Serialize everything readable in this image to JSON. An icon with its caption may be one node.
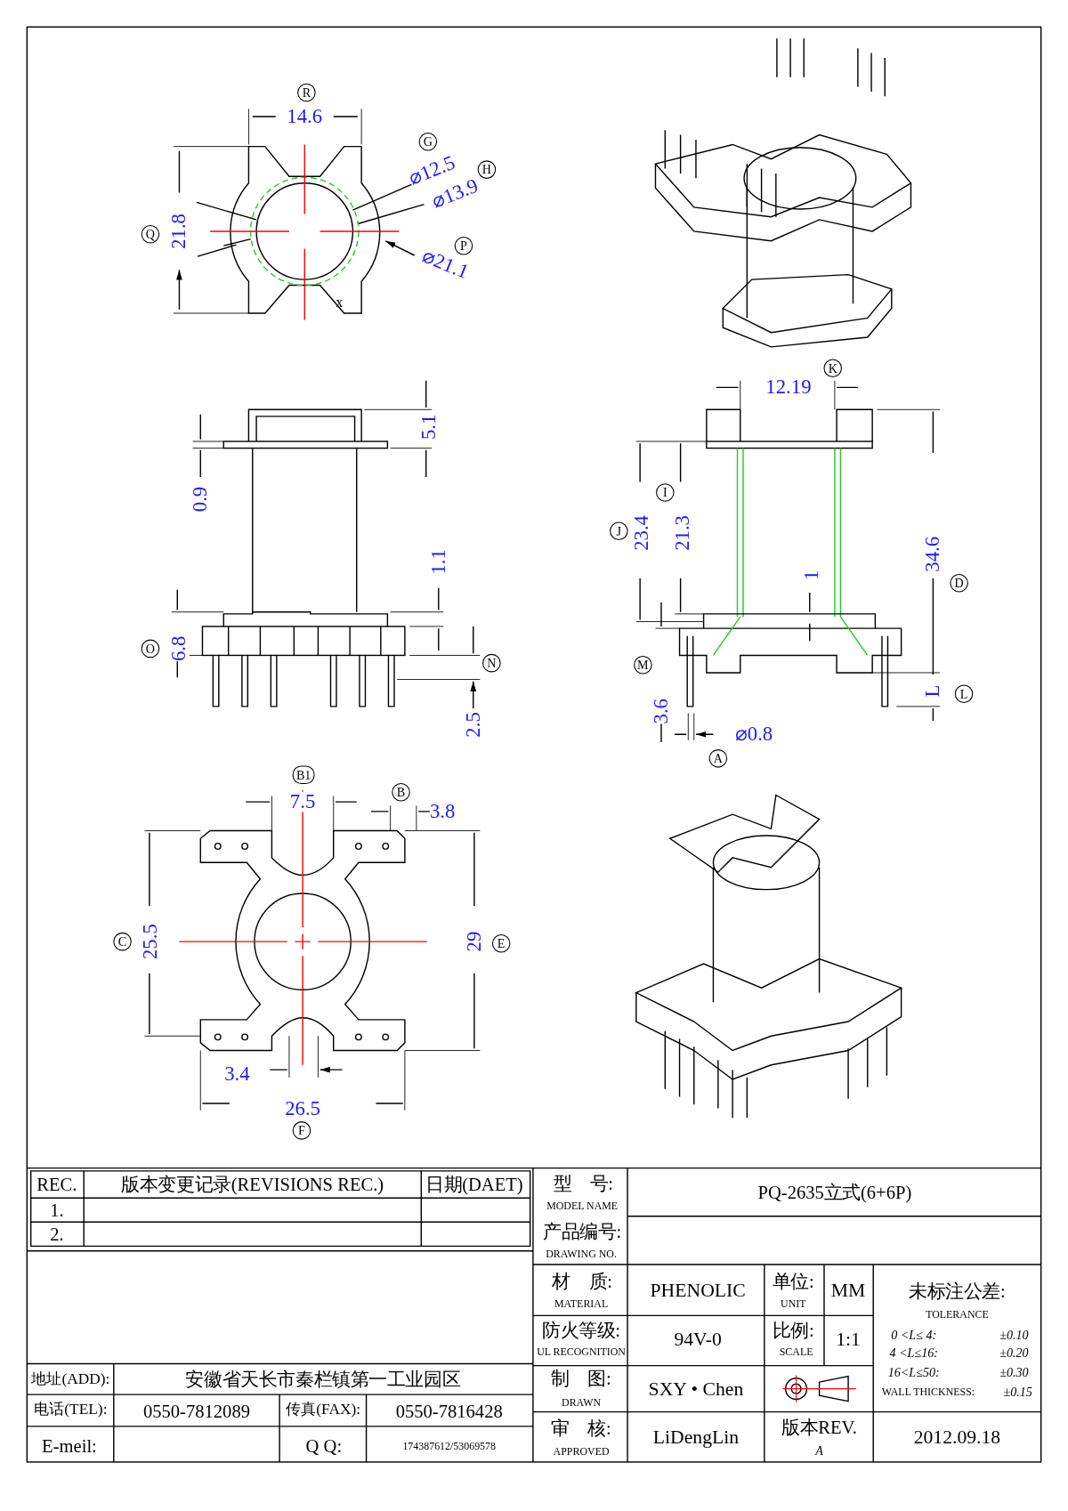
{
  "diagram": {
    "labels": [
      "R",
      "14.6",
      "G",
      "⌀12.5",
      "H",
      "⌀13.9",
      "Q",
      "21.8",
      "P",
      "⌀21.1",
      "x",
      "5.1",
      "0.9",
      "1.1",
      "O",
      "6.8",
      "N",
      "2.5",
      "K",
      "12.19",
      "I",
      "J",
      "23.4",
      "21.3",
      "1",
      "34.6",
      "D",
      "M",
      "L",
      "L",
      "3.6",
      "⌀0.8",
      "A",
      "B1",
      "7.5",
      "B",
      "3.8",
      "C",
      "25.5",
      "29",
      "E",
      "3.4",
      "26.5",
      "F",
      "REC.",
      "版本变更记录(REVISIONS REC.)",
      "日期(DAET)",
      "型　号:",
      "MODEL NAME",
      "PQ-2635立式(6+6P)",
      "1.",
      "2.",
      "产品编号:",
      "DRAWING NO.",
      "材　质:",
      "MATERIAL",
      "PHENOLIC",
      "单位:",
      "UNIT",
      "MM",
      "未标注公差:",
      "TOLERANCE",
      "防火等级:",
      "UL RECOGNITION",
      "94V-0",
      "比例:",
      "SCALE",
      "1:1",
      "0 <L≤ 4:",
      "±0.10",
      "4 <L≤16:",
      "±0.20",
      "16<L≤50:",
      "±0.30",
      "WALL THICKNESS:",
      "±0.15",
      "地址(ADD):",
      "安徽省天长市秦栏镇第一工业园区",
      "制　图:",
      "DRAWN",
      "SXY • Chen",
      "电话(TEL):",
      "0550-7812089",
      "传真(FAX):",
      "0550-7816428",
      "E-meil:",
      "Q Q:",
      "174387612/53069578",
      "审　核:",
      "APPROVED",
      "LiDengLin",
      "版本REV.",
      "A",
      "2012.09.18"
    ]
  }
}
